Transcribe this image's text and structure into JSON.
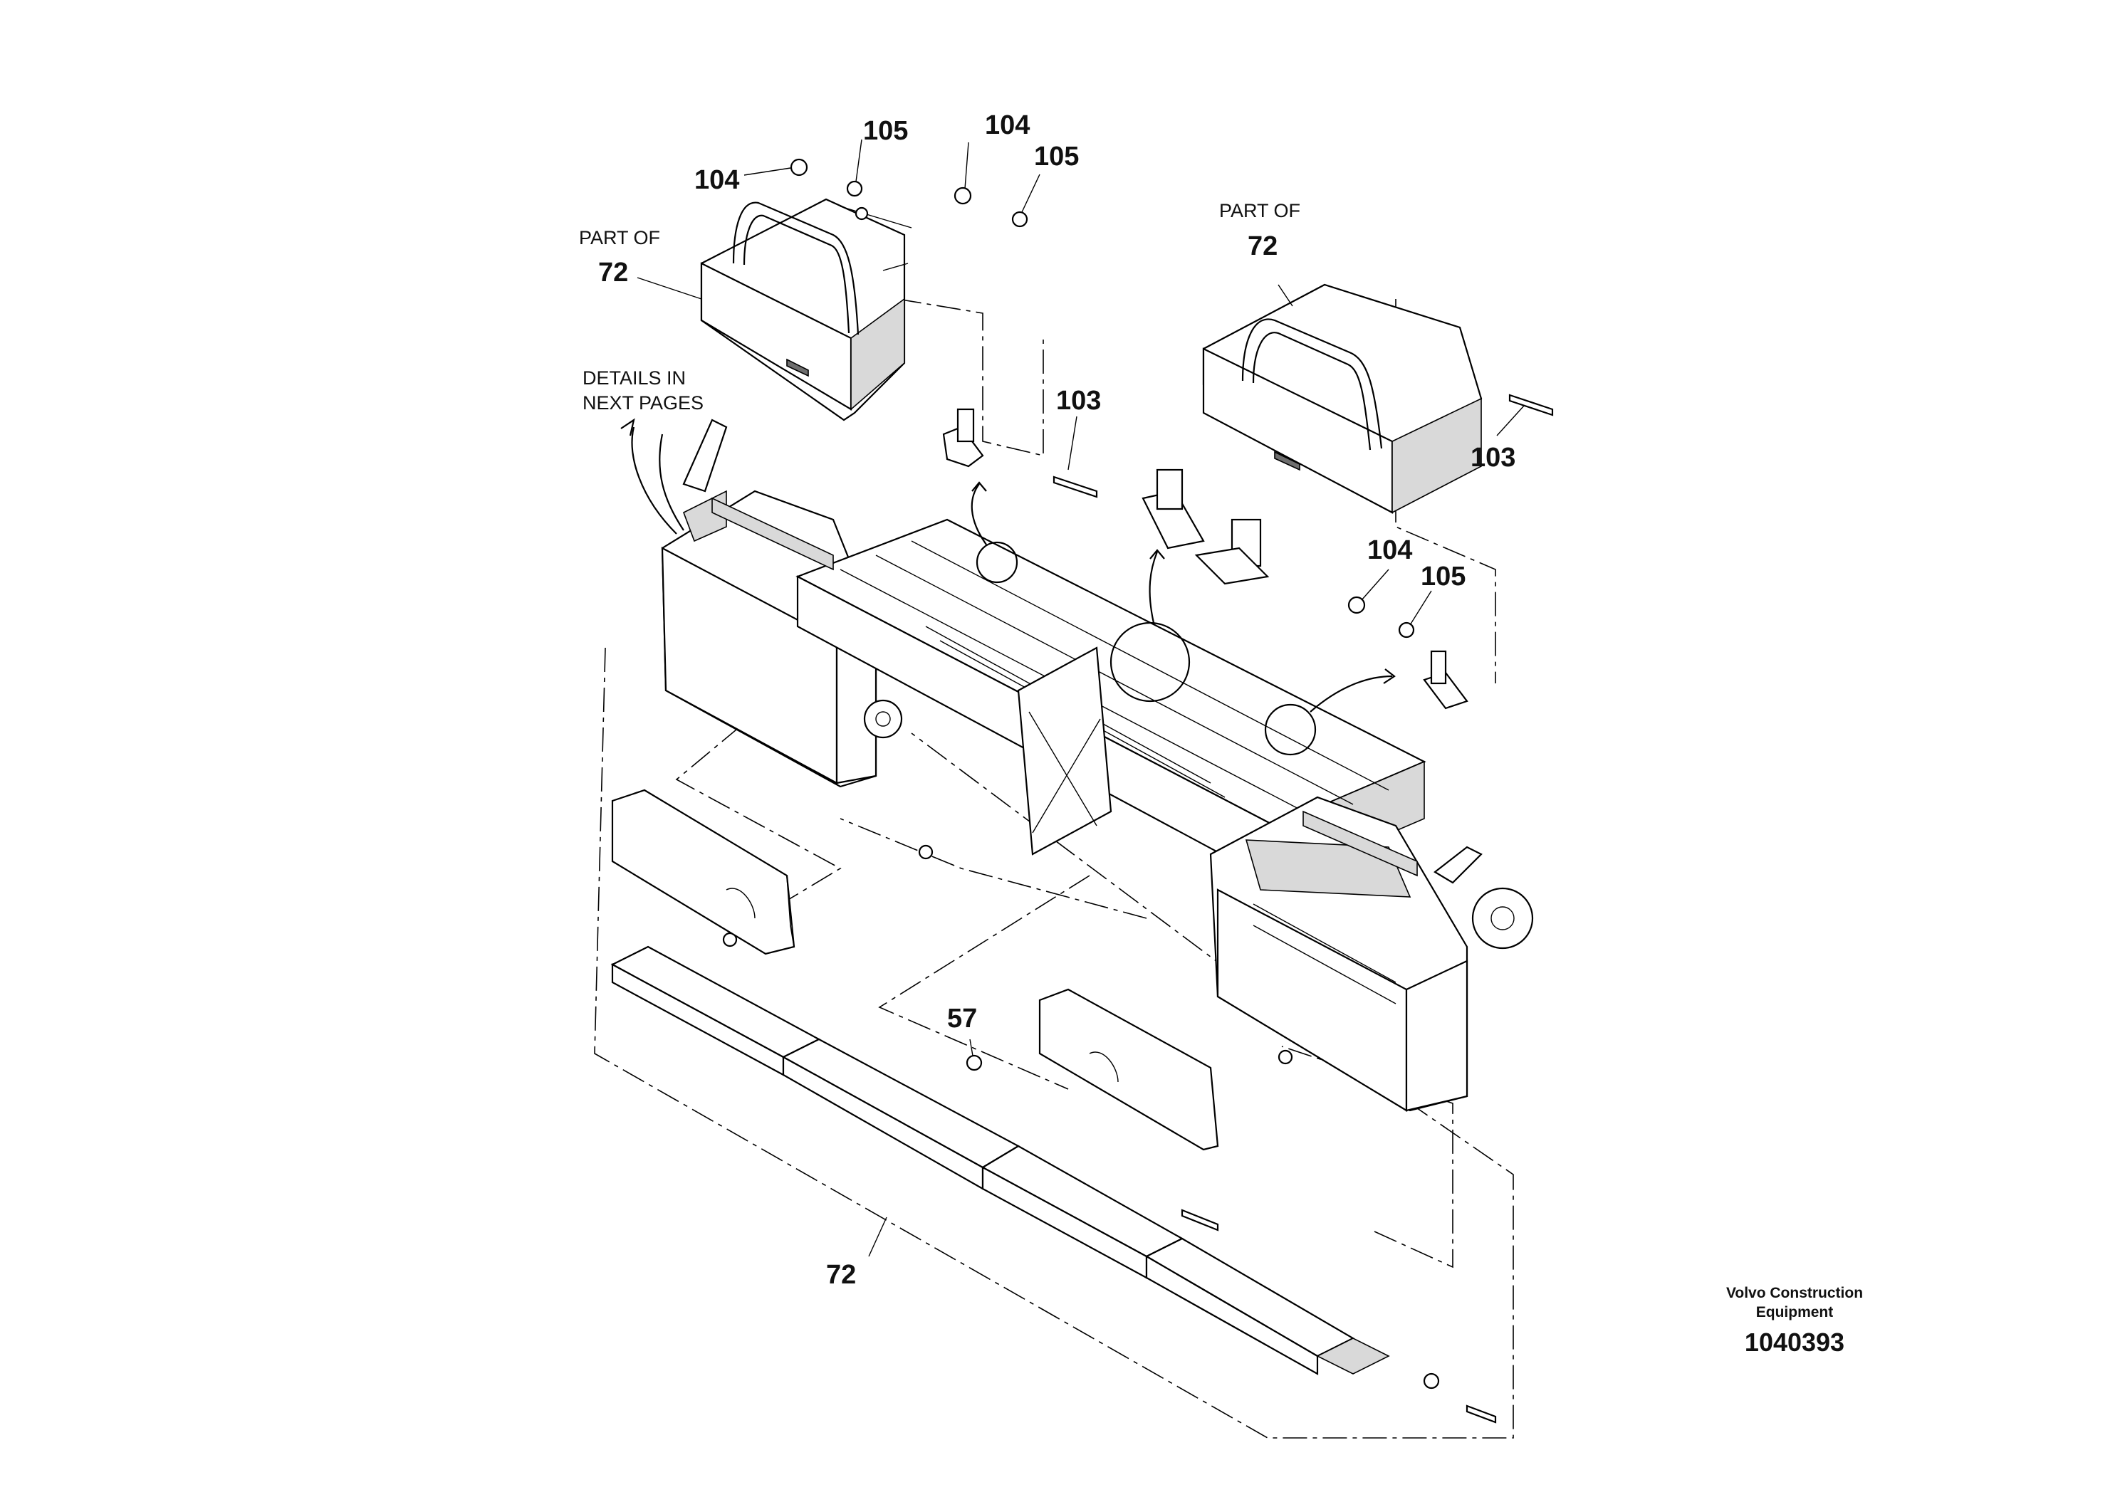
{
  "callouts": {
    "c104_top_left": "104",
    "c105_top_left": "105",
    "c104_top_mid": "104",
    "c105_top_mid": "105",
    "part_of_left_text": "PART OF",
    "part_of_left_num": "72",
    "part_of_right_text": "PART OF",
    "part_of_right_num": "72",
    "details_line1": "DETAILS IN",
    "details_line2": "NEXT PAGES",
    "c103_mid": "103",
    "c103_right": "103",
    "c104_right": "104",
    "c105_right": "105",
    "c57": "57",
    "c72_bottom": "72"
  },
  "title_block": {
    "company_line1": "Volvo Construction",
    "company_line2": "Equipment",
    "drawing_number": "1040393"
  }
}
